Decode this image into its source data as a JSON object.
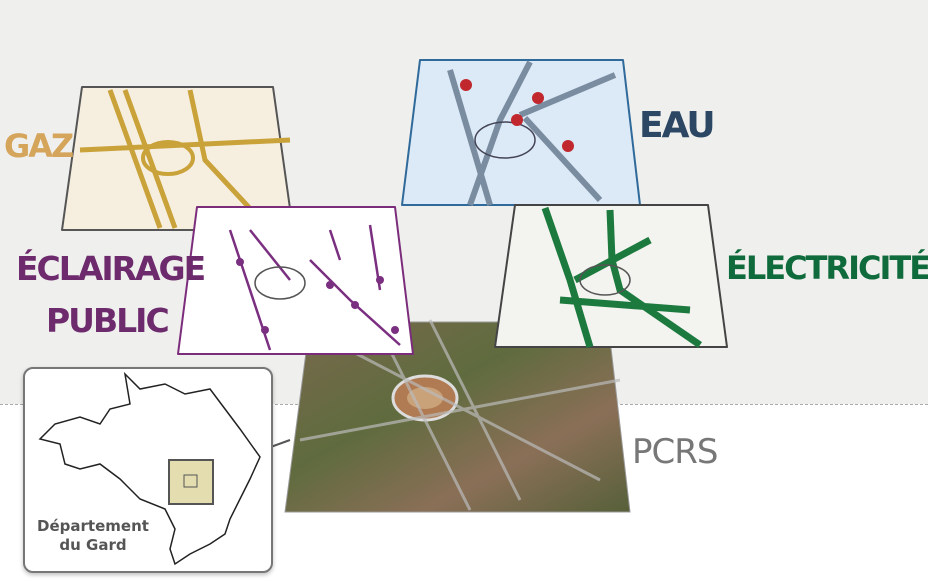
{
  "layers": [
    {
      "id": "gaz",
      "label": "GAZ",
      "color": "#d4a55a",
      "fill": "#f6efe0",
      "line": "#c9a23a"
    },
    {
      "id": "eau",
      "label": "EAU",
      "color": "#2c4763",
      "fill": "#dce9f6",
      "line": "#2f6fa5"
    },
    {
      "id": "eclairage",
      "label_line1": "ÉCLAIRAGE",
      "label_line2": "PUBLIC",
      "color": "#6d2a6d",
      "fill": "#ffffff",
      "line": "#7b2f80"
    },
    {
      "id": "electricite",
      "label": "ÉLECTRICITÉ",
      "color": "#0f6b3c",
      "fill": "#f3f3ef",
      "line": "#1d7a3f"
    },
    {
      "id": "pcrs",
      "label": "PCRS",
      "color": "#777777",
      "fill": "#6e6a4c"
    }
  ],
  "inset": {
    "label": "Département du Gard",
    "highlight_color": "#e3ddb0"
  }
}
